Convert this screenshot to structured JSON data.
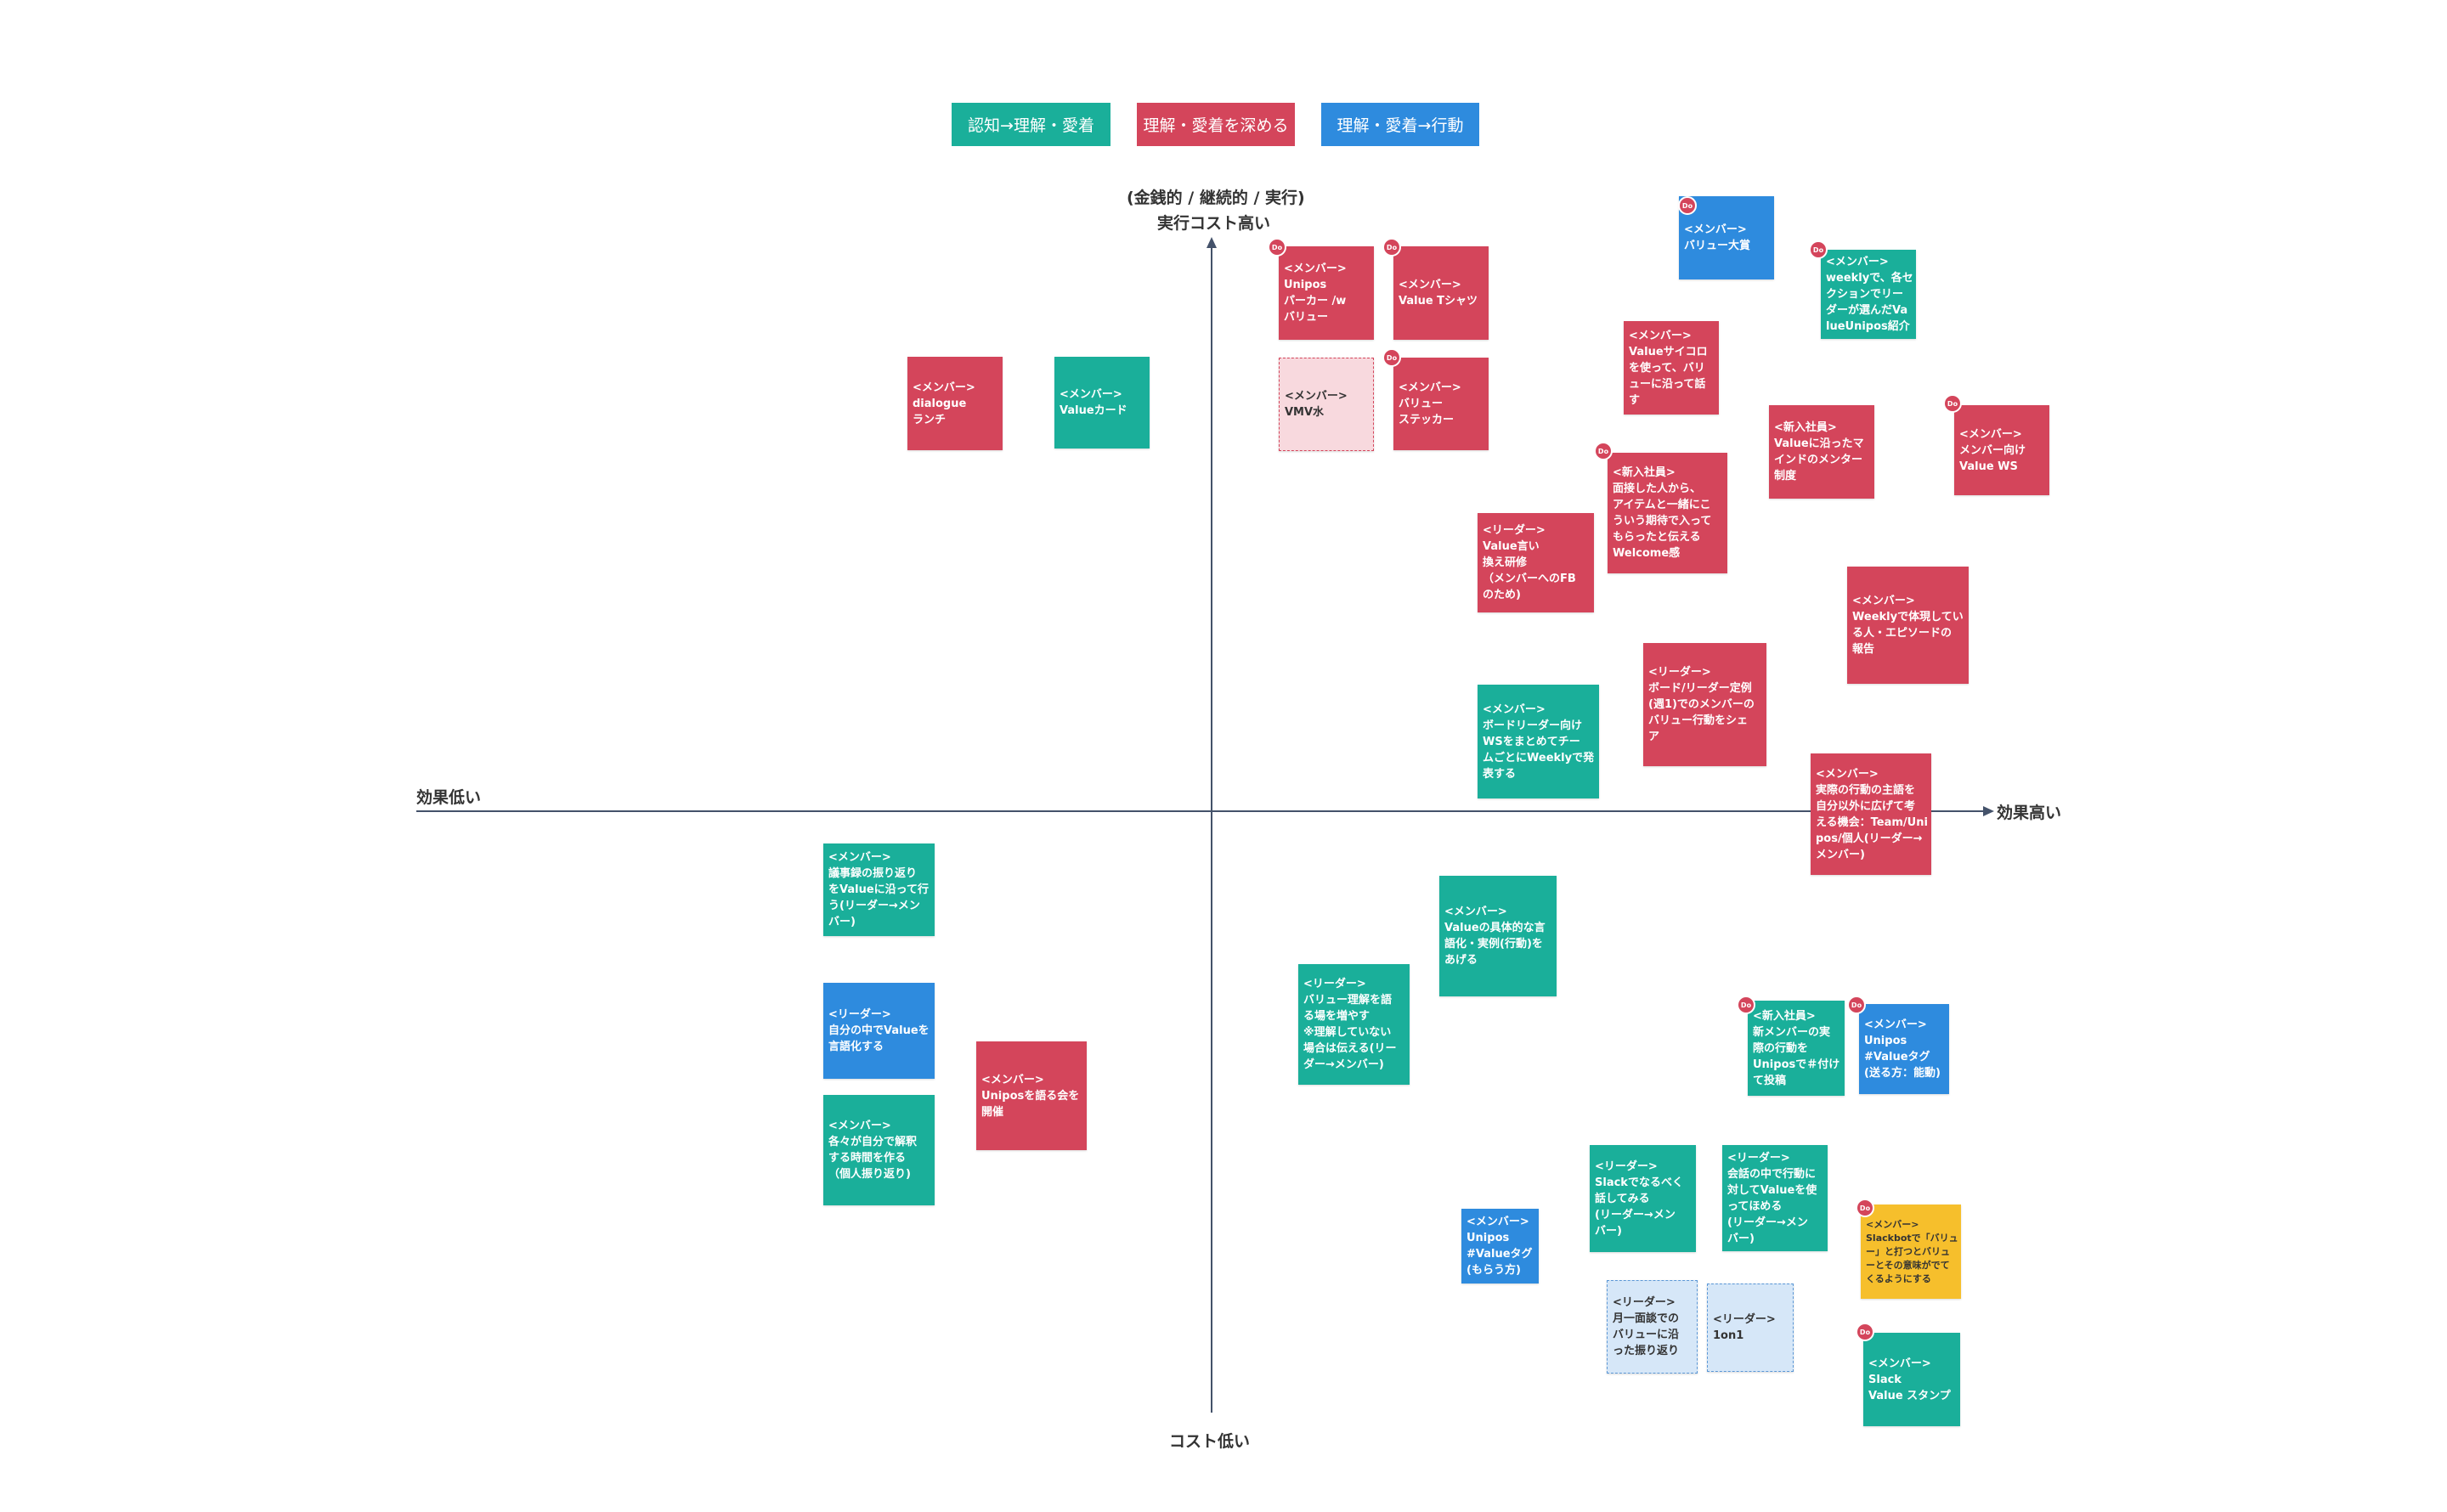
{
  "legend": [
    {
      "label": "認知→理解・愛着",
      "color": "#1aaf9a"
    },
    {
      "label": "理解・愛着を深める",
      "color": "#d4455b"
    },
    {
      "label": "理解・愛着→行動",
      "color": "#2e8bde"
    }
  ],
  "axes": {
    "top_sub": "(金銭的 / 継続的 / 実行)",
    "top": "実行コスト高い",
    "bottom": "コスト低い",
    "left": "効果低い",
    "right": "効果高い"
  },
  "badge_do": "Do",
  "notes": [
    {
      "lines": [
        "<メンバー>",
        "Unipos",
        "パーカー /w",
        "バリュー"
      ]
    },
    {
      "lines": [
        "<メンバー>",
        "Value Tシャツ"
      ]
    },
    {
      "lines": [
        "<メンバー>",
        "バリュー大賞"
      ]
    },
    {
      "lines": [
        "<メンバー>",
        "weeklyで、各セ",
        "クションでリー",
        "ダーが選んだVa",
        "lueUnipos紹介"
      ]
    },
    {
      "lines": [
        "<メンバー>",
        "dialogue",
        "ランチ"
      ]
    },
    {
      "lines": [
        "<メンバー>",
        "Valueカード"
      ]
    },
    {
      "lines": [
        "<メンバー>",
        "VMV水"
      ]
    },
    {
      "lines": [
        "<メンバー>",
        "バリュー",
        "ステッカー"
      ]
    },
    {
      "lines": [
        "<メンバー>",
        "Valueサイコロ",
        "を使って、バリ",
        "ューに沿って話",
        "す"
      ]
    },
    {
      "lines": [
        "<新入社員>",
        "Valueに沿ったマ",
        "インドのメンター",
        "制度"
      ]
    },
    {
      "lines": [
        "<メンバー>",
        "メンバー向け",
        "Value WS"
      ]
    },
    {
      "lines": [
        "<新入社員>",
        "面接した人から、",
        "アイテムと一緒にこ",
        "ういう期待で入って",
        "もらったと伝える",
        "Welcome感"
      ]
    },
    {
      "lines": [
        "<リーダー>",
        "Value言い",
        "換え研修",
        "（メンバーへのFB",
        "のため)"
      ]
    },
    {
      "lines": [
        "<メンバー>",
        "Weeklyで体現してい",
        "る人・エピソードの",
        "報告"
      ]
    },
    {
      "lines": [
        "<リーダー>",
        "ボード/リーダー定例",
        "(週1)でのメンバーの",
        "バリュー行動をシェ",
        "ア"
      ]
    },
    {
      "lines": [
        "<メンバー>",
        "ボードリーダー向け",
        "WSをまとめてチー",
        "ムごとにWeeklyで発",
        "表する"
      ]
    },
    {
      "lines": [
        "<メンバー>",
        "実際の行動の主語を",
        "自分以外に広げて考",
        "える機会：Team/Uni",
        "pos/個人(リーダー→",
        "メンバー)"
      ]
    },
    {
      "lines": [
        "<メンバー>",
        "議事録の振り返り",
        "をValueに沿って行",
        "う(リーダー→メン",
        "バー)"
      ]
    },
    {
      "lines": [
        "<メンバー>",
        "Valueの具体的な言",
        "語化・実例(行動)を",
        "あげる"
      ]
    },
    {
      "lines": [
        "<リーダー>",
        "バリュー理解を語",
        "る場を増やす",
        "※理解していない",
        "場合は伝える(リー",
        "ダー→メンバー)"
      ]
    },
    {
      "lines": [
        "<リーダー>",
        "自分の中でValueを",
        "言語化する"
      ]
    },
    {
      "lines": [
        "<メンバー>",
        "Uniposを語る会を",
        "開催"
      ]
    },
    {
      "lines": [
        "<新入社員>",
        "新メンバーの実",
        "際の行動を",
        "Uniposで＃付け",
        "て投稿"
      ]
    },
    {
      "lines": [
        "<メンバー>",
        "Unipos",
        "#Valueタグ",
        "(送る方：能動)"
      ]
    },
    {
      "lines": [
        "<メンバー>",
        "各々が自分で解釈",
        "する時間を作る",
        "（個人振り返り)"
      ]
    },
    {
      "lines": [
        "<リーダー>",
        "Slackでなるべく",
        "話してみる",
        "(リーダー→メン",
        "バー)"
      ]
    },
    {
      "lines": [
        "<リーダー>",
        "会話の中で行動に",
        "対してValueを使",
        "ってほめる",
        "(リーダー→メン",
        "バー)"
      ]
    },
    {
      "lines": [
        "<メンバー>",
        "Unipos",
        "#Valueタグ",
        "(もらう方)"
      ]
    },
    {
      "lines": [
        "<メンバー>",
        "Slackbotで「バリュ",
        "ー」と打つとバリュ",
        "ーとその意味がでて",
        "くるようにする"
      ]
    },
    {
      "lines": [
        "<リーダー>",
        "月一面談での",
        "バリューに沿",
        "った振り返り"
      ]
    },
    {
      "lines": [
        "<リーダー>",
        "1on1"
      ]
    },
    {
      "lines": [
        "<メンバー>",
        "Slack",
        "Value スタンプ"
      ]
    }
  ]
}
